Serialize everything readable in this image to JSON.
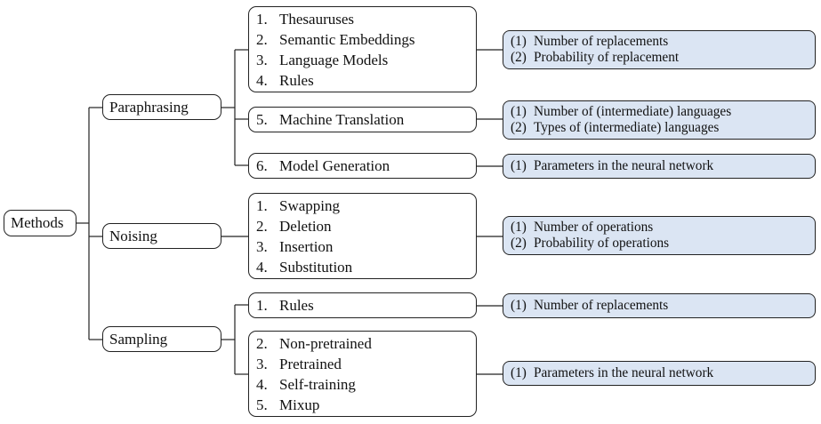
{
  "root": {
    "label": "Methods"
  },
  "categories": [
    {
      "label": "Paraphrasing",
      "groups": [
        {
          "techniques": [
            {
              "num": "1.",
              "text": "Thesauruses"
            },
            {
              "num": "2.",
              "text": "Semantic Embeddings"
            },
            {
              "num": "3.",
              "text": "Language Models"
            },
            {
              "num": "4.",
              "text": "Rules"
            }
          ],
          "parameters": [
            {
              "num": "(1)",
              "text": "Number of replacements"
            },
            {
              "num": "(2)",
              "text": "Probability of replacement"
            }
          ]
        },
        {
          "techniques": [
            {
              "num": "5.",
              "text": "Machine Translation"
            }
          ],
          "parameters": [
            {
              "num": "(1)",
              "text": "Number of (intermediate) languages"
            },
            {
              "num": "(2)",
              "text": "Types of (intermediate) languages"
            }
          ]
        },
        {
          "techniques": [
            {
              "num": "6.",
              "text": "Model Generation"
            }
          ],
          "parameters": [
            {
              "num": "(1)",
              "text": "Parameters in the neural network"
            }
          ]
        }
      ]
    },
    {
      "label": "Noising",
      "groups": [
        {
          "techniques": [
            {
              "num": "1.",
              "text": "Swapping"
            },
            {
              "num": "2.",
              "text": "Deletion"
            },
            {
              "num": "3.",
              "text": "Insertion"
            },
            {
              "num": "4.",
              "text": "Substitution"
            }
          ],
          "parameters": [
            {
              "num": "(1)",
              "text": "Number of operations"
            },
            {
              "num": "(2)",
              "text": "Probability of operations"
            }
          ]
        }
      ]
    },
    {
      "label": "Sampling",
      "groups": [
        {
          "techniques": [
            {
              "num": "1.",
              "text": "Rules"
            }
          ],
          "parameters": [
            {
              "num": "(1)",
              "text": "Number of replacements"
            }
          ]
        },
        {
          "techniques": [
            {
              "num": "2.",
              "text": "Non-pretrained"
            },
            {
              "num": "3.",
              "text": "Pretrained"
            },
            {
              "num": "4.",
              "text": "Self-training"
            },
            {
              "num": "5.",
              "text": "Mixup"
            }
          ],
          "parameters": [
            {
              "num": "(1)",
              "text": "Parameters in the neural network"
            }
          ]
        }
      ]
    }
  ],
  "colors": {
    "parameter_fill": "#dbe5f3",
    "line": "#222222",
    "box_border": "#222222"
  }
}
